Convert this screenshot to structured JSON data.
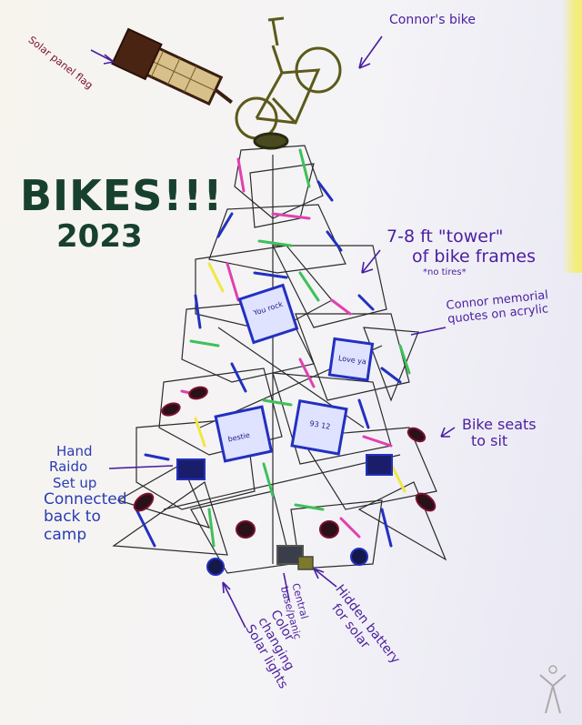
{
  "title": {
    "main": "BIKES!!!",
    "year": "2023"
  },
  "labels": {
    "solar_flag": "Solar panel flag",
    "connor_bike": "Connor's bike",
    "tower_line1": "7-8 ft \"tower\"",
    "tower_line2": "of bike frames",
    "tower_note": "*no tires*",
    "memorial_line1": "Connor memorial",
    "memorial_line2": "quotes on acrylic",
    "seats_line1": "Bike seats",
    "seats_line2": "to sit",
    "radio_line1": "Hand",
    "radio_line2": "Raido",
    "radio_line3": "Set up",
    "radio_line4": "Connected",
    "radio_line5": "back to",
    "radio_line6": "camp",
    "battery_line1": "Hidden battery",
    "battery_line2": "for solar",
    "central_line1": "Central",
    "central_line2": "base/panic",
    "lights_line1": "Color",
    "lights_line2": "changing",
    "lights_line3": "Solar lights"
  },
  "acrylic_quotes": [
    "You rock",
    "Love ya",
    "93 12",
    "bestie"
  ],
  "colors": {
    "ink": "#4a1ea0",
    "title": "#1c4a3c",
    "frame": "#2b2b2b",
    "accent_blue": "#2230c0",
    "accent_green": "#3ec05a",
    "accent_pink": "#e040b0"
  }
}
